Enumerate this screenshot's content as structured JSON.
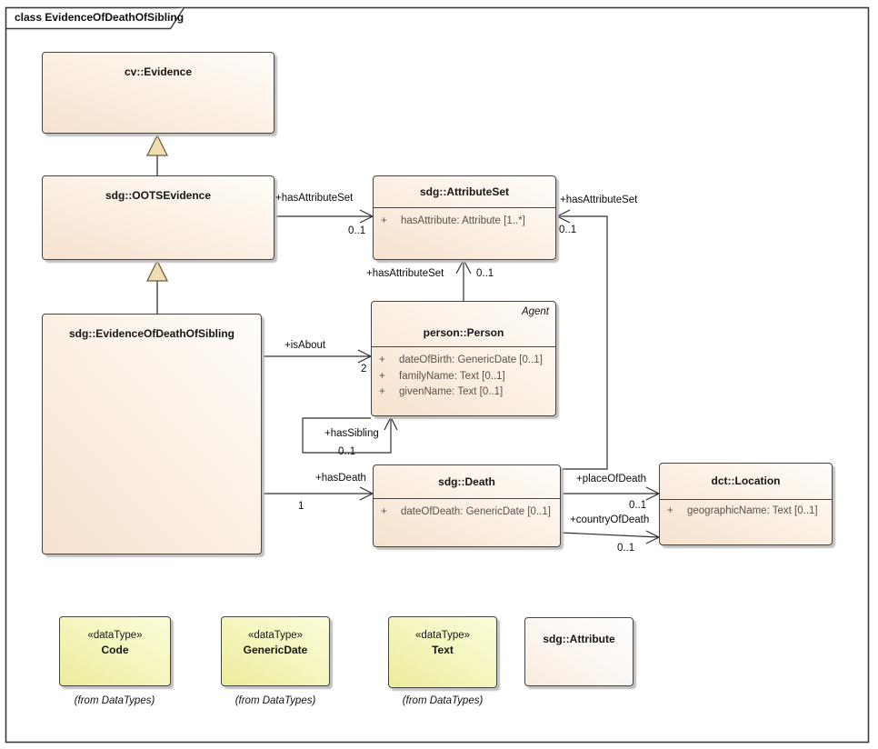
{
  "frame": {
    "title": "class EvidenceOfDeathOfSibling"
  },
  "boxes": {
    "evidence": {
      "name": "cv::Evidence"
    },
    "oots": {
      "name": "sdg::OOTSEvidence"
    },
    "eodos": {
      "name": "sdg::EvidenceOfDeathOfSibling"
    },
    "attributeset": {
      "name": "sdg::AttributeSet",
      "attributes": [
        {
          "vis": "+",
          "text": "hasAttribute: Attribute [1..*]"
        }
      ]
    },
    "person": {
      "stereotype": "Agent",
      "name": "person::Person",
      "attributes": [
        {
          "vis": "+",
          "text": "dateOfBirth: GenericDate [0..1]"
        },
        {
          "vis": "+",
          "text": "familyName: Text [0..1]"
        },
        {
          "vis": "+",
          "text": "givenName: Text [0..1]"
        }
      ]
    },
    "death": {
      "name": "sdg::Death",
      "attributes": [
        {
          "vis": "+",
          "text": "dateOfDeath: GenericDate [0..1]"
        }
      ]
    },
    "location": {
      "name": "dct::Location",
      "attributes": [
        {
          "vis": "+",
          "text": "geographicName: Text [0..1]"
        }
      ]
    },
    "code": {
      "stereotype": "«dataType»",
      "name": "Code",
      "from": "(from DataTypes)"
    },
    "genericdate": {
      "stereotype": "«dataType»",
      "name": "GenericDate",
      "from": "(from DataTypes)"
    },
    "text": {
      "stereotype": "«dataType»",
      "name": "Text",
      "from": "(from DataTypes)"
    },
    "attribute": {
      "name": "sdg::Attribute"
    }
  },
  "connectors": {
    "oots_attributeset": {
      "label": "+hasAttributeSet",
      "multiplicity": "0..1"
    },
    "person_attributeset": {
      "label": "+hasAttributeSet",
      "multiplicity": "0..1"
    },
    "death_attributeset": {
      "label": "+hasAttributeSet",
      "multiplicity": "0..1"
    },
    "is_about": {
      "label": "+isAbout",
      "multiplicity": "2"
    },
    "has_sibling": {
      "label": "+hasSibling",
      "multiplicity": "0..1"
    },
    "has_death": {
      "label": "+hasDeath",
      "multiplicity": "1"
    },
    "place_of_death": {
      "label": "+placeOfDeath",
      "multiplicity": "0..1"
    },
    "country_of_death": {
      "label": "+countryOfDeath",
      "multiplicity": "0..1"
    }
  },
  "colors": {
    "class_fill_dark": "#f7e2cf",
    "class_fill_light": "#fffdfa",
    "datatype_fill": "#ecec9d",
    "generalization_triangle_fill": "#f2ddb2",
    "box_border": "#454545",
    "connector_line": "#2f2f2f",
    "attribute_text": "#5a5149"
  }
}
